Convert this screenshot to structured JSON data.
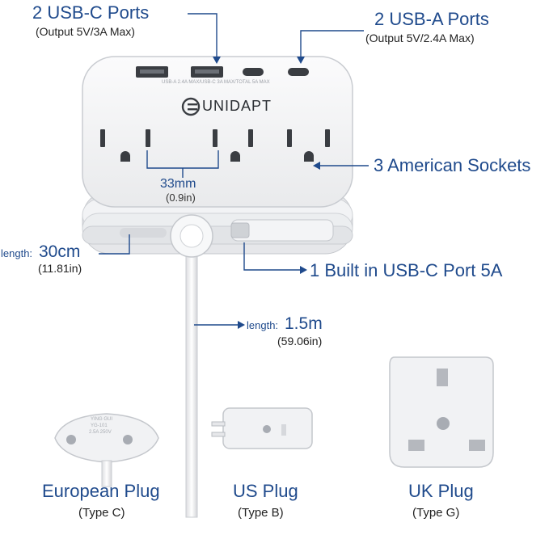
{
  "usb_c": {
    "title": "2 USB-C  Ports",
    "note": "(Output 5V/3A Max)"
  },
  "usb_a": {
    "title": "2 USB-A  Ports",
    "note": "(Output 5V/2.4A Max)"
  },
  "brand": "UNIDAPT",
  "port_print": "USB-A 2.4A MAX/USB-C 3A MAX/TOTAL 5A MAX",
  "spacing": {
    "value": "33mm",
    "alt": "(0.9in)"
  },
  "sockets": "3 American Sockets",
  "cord_short": {
    "prefix": "length:",
    "value": "30cm",
    "alt": "(11.81in)"
  },
  "builtin": "1 Built in USB-C Port 5A",
  "cord_long": {
    "prefix": "length:",
    "value": "1.5m",
    "alt": "(59.06in)"
  },
  "plugs": [
    {
      "name": "European Plug",
      "type": "(Type C)"
    },
    {
      "name": "US Plug",
      "type": "(Type B)"
    },
    {
      "name": "UK Plug",
      "type": "(Type G)"
    }
  ],
  "eu_plug_print": [
    "YING GUI",
    "YG-101",
    "2.5A 250V"
  ],
  "colors": {
    "accent": "#1f4a8c",
    "device": "#f3f4f6",
    "outline": "#c9ccd1"
  }
}
